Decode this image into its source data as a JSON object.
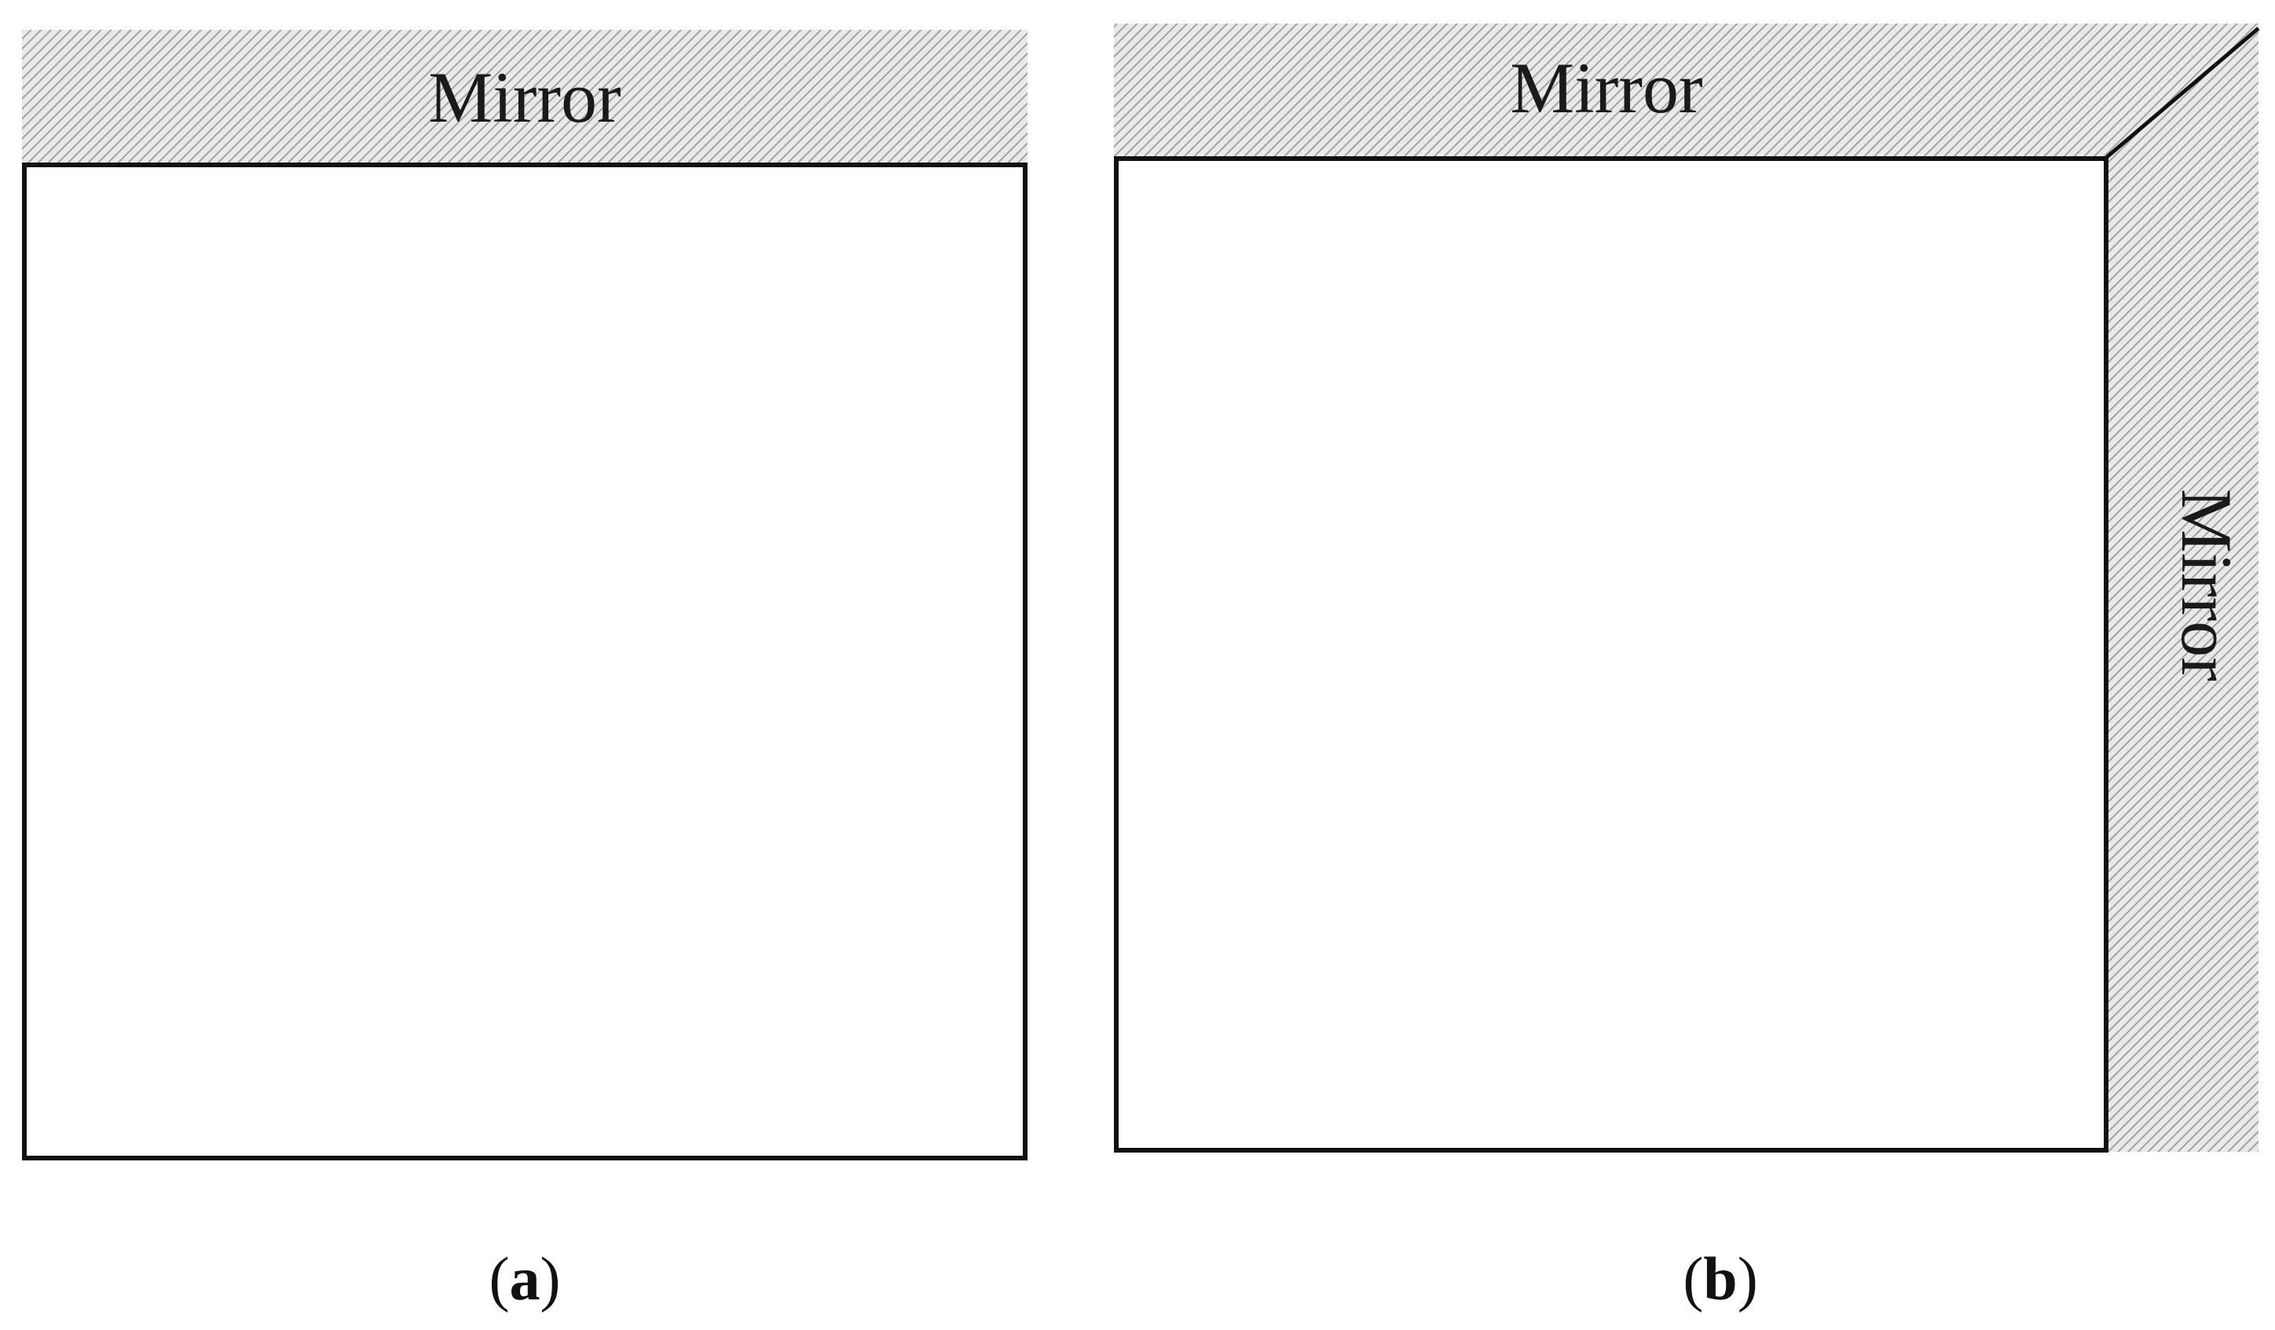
{
  "panels": [
    {
      "id": "a",
      "mirrors": [
        {
          "side": "top",
          "label": "Mirror"
        }
      ],
      "caption": {
        "open": "(",
        "letter": "a",
        "close": ")"
      }
    },
    {
      "id": "b",
      "mirrors": [
        {
          "side": "top",
          "label": "Mirror"
        },
        {
          "side": "right",
          "label": "Mirror"
        }
      ],
      "caption": {
        "open": "(",
        "letter": "b",
        "close": ")"
      }
    }
  ],
  "colors": {
    "hatch_background": "#e9e9e9",
    "hatch_line": "#9a9a9a",
    "outline": "#111111"
  }
}
